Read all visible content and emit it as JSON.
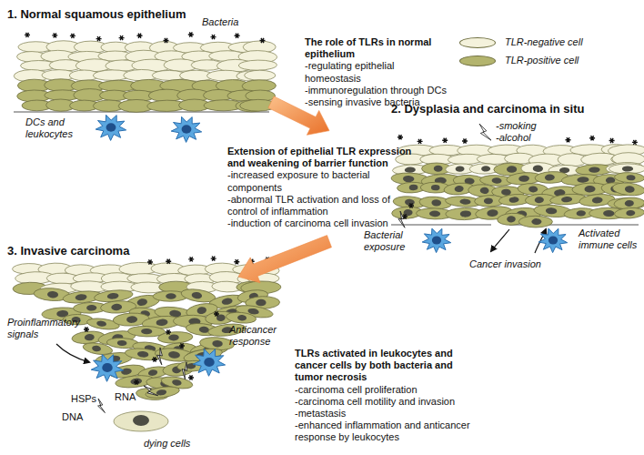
{
  "diagram": {
    "nodes": [
      {
        "text": [
          "1. Normal squamous epithelium"
        ]
      },
      {
        "text": [
          "2. Dysplasia and carcinoma in situ"
        ]
      },
      {
        "text": [
          "3. Invasive carcinoma"
        ]
      }
    ],
    "edges": [
      {
        "from": 0,
        "to": 1,
        "arrow": "to"
      },
      {
        "from": 1,
        "to": 2,
        "arrow": "to"
      }
    ],
    "labels": [
      "Bacteria",
      "The role of TLRs in normal epithelium",
      "-regulating epithelial homeostasis",
      "-immunoregulation through DCs",
      "-sensing invasive bacteria",
      "DCs and leukocytes",
      "Extension of epithelial TLR expression and weakening of barrier function",
      "-increased exposure to bacterial components",
      "-abnormal TLR activation and loss of control of inflammation",
      "-induction of carcinoma cell invasion",
      "-smoking",
      "-alcohol",
      "Bacterial exposure",
      "Activated immune cells",
      "Cancer invasion",
      "Proinflammatory signals",
      "Anticancer response",
      "HSPs",
      "RNA",
      "DNA",
      "dying cells",
      "TLRs activated in leukocytes and cancer cells by both bacteria and tumor necrosis",
      "-carcinoma cell proliferation",
      "-carcinoma cell motility and invasion",
      "-metastasis",
      "-enhanced inflammation and anticancer response by leukocytes"
    ],
    "legend": [
      {
        "text": "TLR-negative cell",
        "color": "#f4f2dc"
      },
      {
        "text": "TLR-positive cell",
        "color": "#b3b46e"
      }
    ]
  }
}
